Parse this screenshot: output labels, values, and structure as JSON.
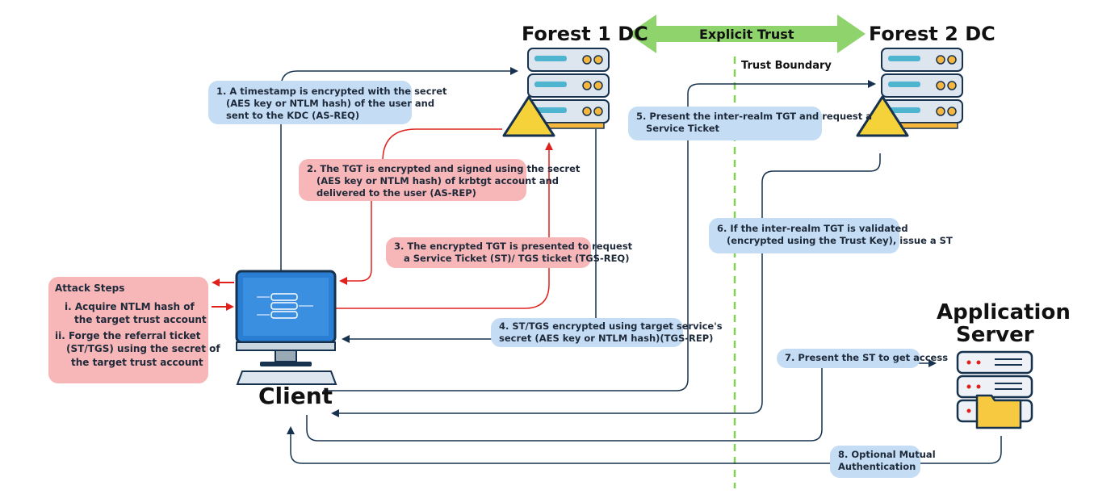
{
  "titles": {
    "forest1": "Forest 1 DC",
    "forest2": "Forest 2 DC",
    "explicit_trust": "Explicit Trust",
    "trust_boundary": "Trust Boundary",
    "client": "Client",
    "app_server_line1": "Application",
    "app_server_line2": "Server"
  },
  "steps": {
    "s1": [
      "1. A timestamp is encrypted with the secret",
      "(AES key or NTLM hash) of the user and",
      "sent to the KDC (AS-REQ)"
    ],
    "s2": [
      "2. The TGT is encrypted and signed using the secret",
      "(AES key or NTLM hash) of  krbtgt account and",
      "delivered to the user (AS-REP)"
    ],
    "s3": [
      "3. The encrypted TGT is presented to request",
      "a Service Ticket (ST)/ TGS ticket (TGS-REQ)"
    ],
    "s4": [
      "4. ST/TGS encrypted using target service's",
      "secret (AES key or NTLM hash)(TGS-REP)"
    ],
    "s5": [
      "5. Present the inter-realm TGT and request a",
      "Service Ticket"
    ],
    "s6": [
      "6. If the inter-realm TGT is validated",
      "(encrypted using the Trust Key), issue a ST"
    ],
    "s7": [
      "7. Present the ST to get access"
    ],
    "s8": [
      "8. Optional Mutual",
      "Authentication"
    ]
  },
  "attack": {
    "title": "Attack Steps",
    "lines": [
      "i. Acquire NTLM hash of",
      "the target trust account",
      "ii. Forge the referral ticket",
      "(ST/TGS) using the secret of",
      "the target trust account"
    ]
  },
  "colors": {
    "blue_box": "#c5ddf4",
    "pink_box": "#f7b6b8",
    "flow_line": "#16324f",
    "red_line": "#e0201c",
    "trust_arrow": "#8ed36b",
    "boundary": "#7fd14f",
    "warning": "#f6d23a"
  }
}
